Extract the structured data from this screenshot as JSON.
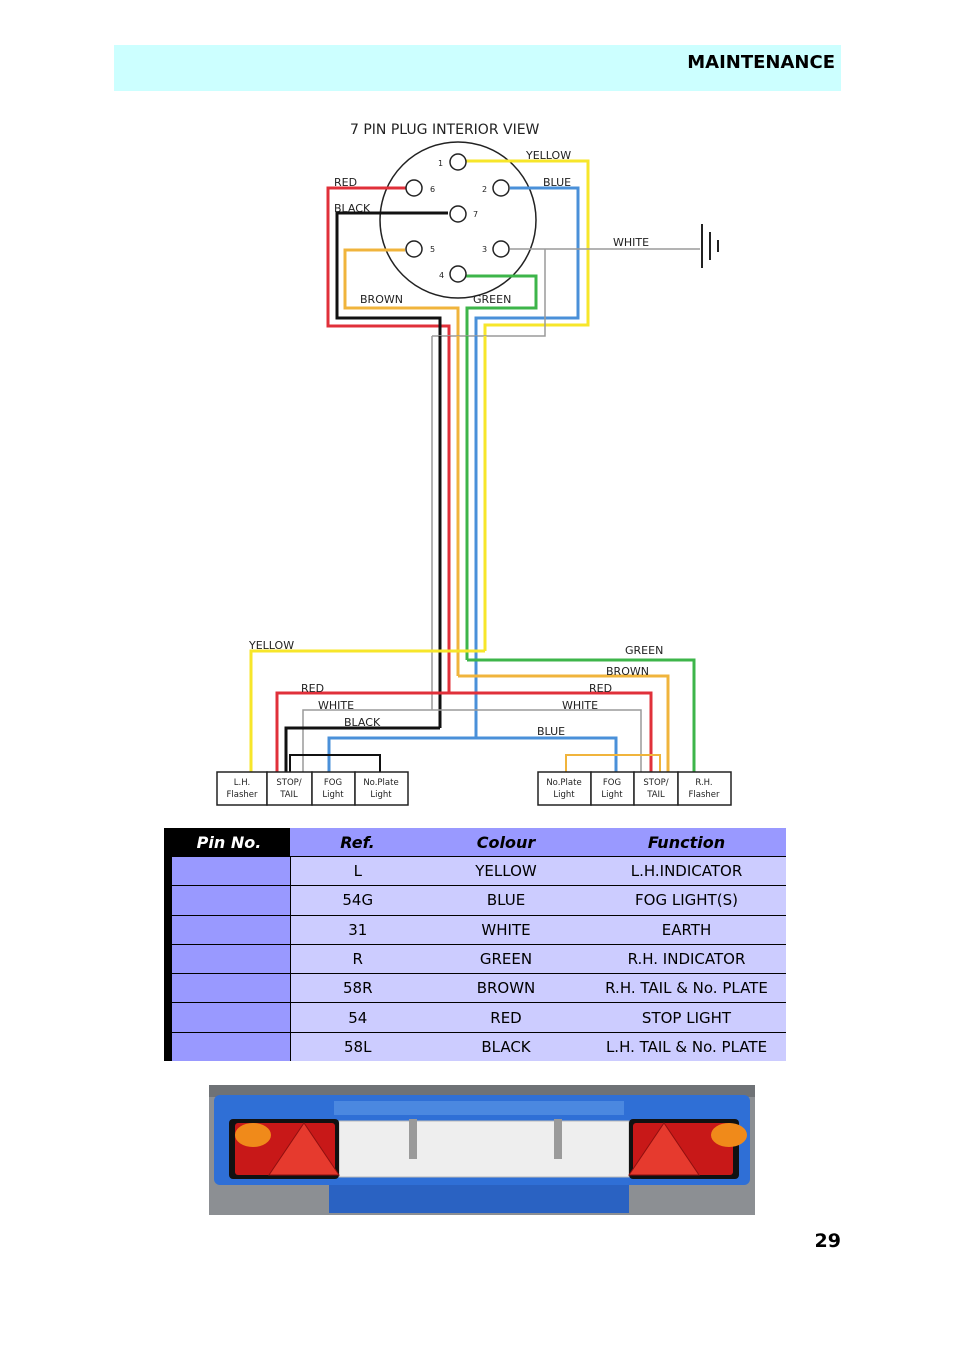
{
  "header": {
    "section": "MAINTENANCE"
  },
  "diagram": {
    "title": "7 PIN PLUG INTERIOR VIEW",
    "pins": [
      "1",
      "2",
      "7",
      "3",
      "4",
      "5",
      "6"
    ],
    "plug_labels": {
      "yellow": "YELLOW",
      "blue": "BLUE",
      "red": "RED",
      "black": "BLACK",
      "white": "WHITE",
      "brown": "BROWN",
      "green": "GREEN"
    },
    "lower_labels": {
      "yellow": "YELLOW",
      "red_left": "RED",
      "white_left": "WHITE",
      "black": "BLACK",
      "green": "GREEN",
      "brown": "BROWN",
      "red_right": "RED",
      "white_right": "WHITE",
      "blue": "BLUE"
    },
    "lamps_left": [
      {
        "line1": "L.H.",
        "line2": "Flasher"
      },
      {
        "line1": "STOP/",
        "line2": "TAIL"
      },
      {
        "line1": "FOG",
        "line2": "Light"
      },
      {
        "line1": "No.Plate",
        "line2": "Light"
      }
    ],
    "lamps_right": [
      {
        "line1": "No.Plate",
        "line2": "Light"
      },
      {
        "line1": "FOG",
        "line2": "Light"
      },
      {
        "line1": "STOP/",
        "line2": "TAIL"
      },
      {
        "line1": "R.H.",
        "line2": "Flasher"
      }
    ],
    "colors": {
      "yellow": "#f7e62a",
      "blue": "#4a90d9",
      "red": "#e0303a",
      "black": "#111111",
      "white": "#9a9a9a",
      "brown": "#f0b43c",
      "green": "#3db54a"
    }
  },
  "table": {
    "headers": {
      "pin": "Pin No.",
      "ref": "Ref.",
      "colour": "Colour",
      "function": "Function"
    },
    "rows": [
      {
        "pin": "",
        "ref": "L",
        "colour": "YELLOW",
        "function": "L.H.INDICATOR"
      },
      {
        "pin": "",
        "ref": "54G",
        "colour": "BLUE",
        "function": "FOG LIGHT(S)"
      },
      {
        "pin": "",
        "ref": "31",
        "colour": "WHITE",
        "function": "EARTH"
      },
      {
        "pin": "",
        "ref": "R",
        "colour": "GREEN",
        "function": "R.H. INDICATOR"
      },
      {
        "pin": "",
        "ref": "58R",
        "colour": "BROWN",
        "function": "R.H. TAIL & No. PLATE"
      },
      {
        "pin": "",
        "ref": "54",
        "colour": "RED",
        "function": "STOP LIGHT"
      },
      {
        "pin": "",
        "ref": "58L",
        "colour": "BLACK",
        "function": "L.H. TAIL & No. PLATE"
      }
    ]
  },
  "photo": {
    "colors": {
      "frame": "#2f6fd6",
      "lens_red": "#c81818",
      "lens_amber": "#f08a1a",
      "board": "#eeeeee"
    }
  },
  "footer": {
    "page_number": "29"
  }
}
